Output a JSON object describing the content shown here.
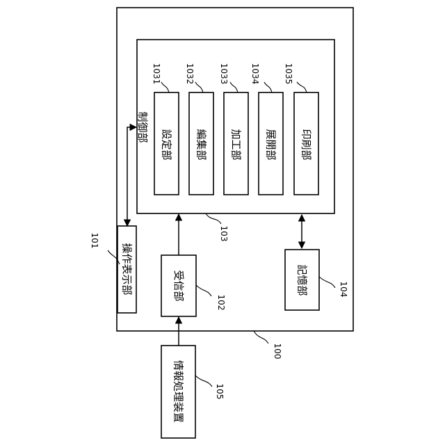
{
  "diagram": {
    "device": {
      "ref": "100"
    },
    "operation_display": {
      "label": "操作表示部",
      "ref": "101"
    },
    "receiver": {
      "label": "受信部",
      "ref": "102"
    },
    "controller": {
      "label": "制御部",
      "ref": "103",
      "units": [
        {
          "label": "設定部",
          "ref": "1031"
        },
        {
          "label": "編集部",
          "ref": "1032"
        },
        {
          "label": "加工部",
          "ref": "1033"
        },
        {
          "label": "展開部",
          "ref": "1034"
        },
        {
          "label": "印刷部",
          "ref": "1035"
        }
      ]
    },
    "storage": {
      "label": "記憶部",
      "ref": "104"
    },
    "info_processor": {
      "label": "情報処理装置",
      "ref": "105"
    }
  }
}
